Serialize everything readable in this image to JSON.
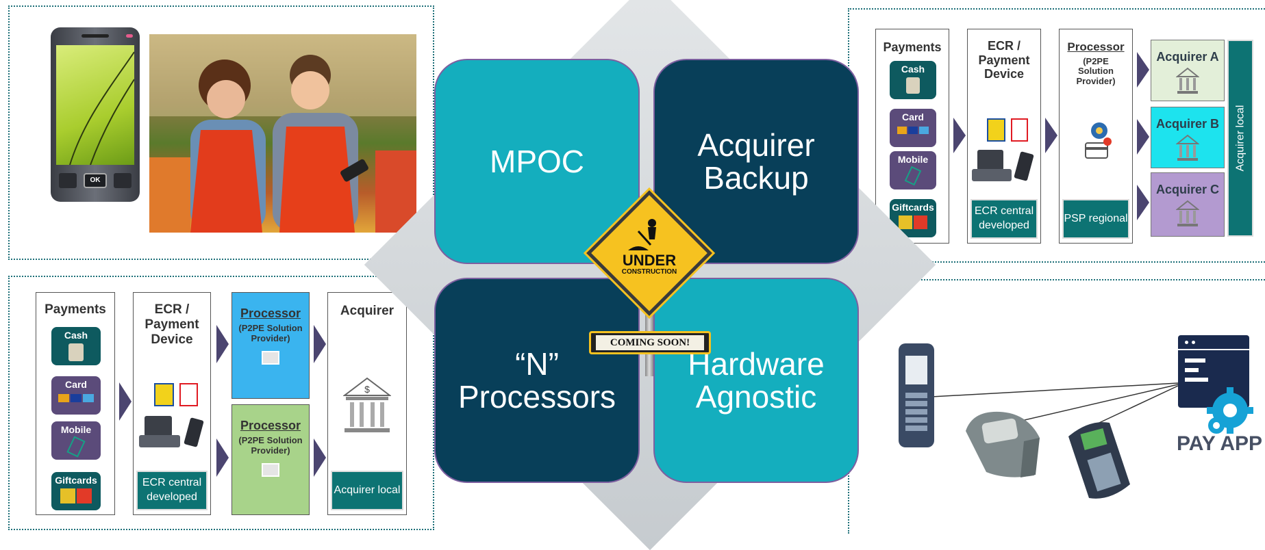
{
  "quadrants": {
    "top_left": "MPOC",
    "top_right": "Acquirer Backup",
    "bottom_left": "“N” Processors",
    "bottom_right": "Hardware Agnostic"
  },
  "sign": {
    "top": "UNDER",
    "bottom": "CONSTRUCTION",
    "banner": "COMING SOON!"
  },
  "phone": {
    "ok_label": "OK"
  },
  "flow_top_right": {
    "payments_header": "Payments",
    "tiles": [
      "Cash",
      "Card",
      "Mobile",
      "Giftcards"
    ],
    "ecr_header": "ECR / Payment Device",
    "ecr_footer": "ECR central developed",
    "processor_header": "Processor",
    "processor_sub": "(P2PE Solution Provider)",
    "processor_footer": "PSP regional",
    "acquirers": [
      "Acquirer A",
      "Acquirer B",
      "Acquirer C"
    ],
    "acquirer_side_label": "Acquirer local"
  },
  "flow_bottom_left": {
    "payments_header": "Payments",
    "tiles": [
      "Cash",
      "Card",
      "Mobile",
      "Giftcards"
    ],
    "ecr_header": "ECR / Payment Device",
    "ecr_footer": "ECR central developed",
    "processor_header_1": "Processor",
    "processor_sub_1": "(P2PE Solution Provider)",
    "processor_header_2": "Processor",
    "processor_sub_2": "(P2PE Solution Provider)",
    "acquirer_header": "Acquirer",
    "acquirer_footer": "Acquirer local"
  },
  "pay_app": {
    "label": "PAY APP"
  },
  "colors": {
    "teal_light": "#14aebe",
    "navy": "#083f59",
    "tile_teal": "#0e5a5f",
    "processor_blue": "#3ab4ef",
    "processor_green": "#a8d38a",
    "acquirer_a": "#e3efd9",
    "acquirer_b": "#1de3ee",
    "acquirer_c": "#b39ad0",
    "pay_app": "#1a2a4e",
    "gear": "#16a2d6"
  }
}
